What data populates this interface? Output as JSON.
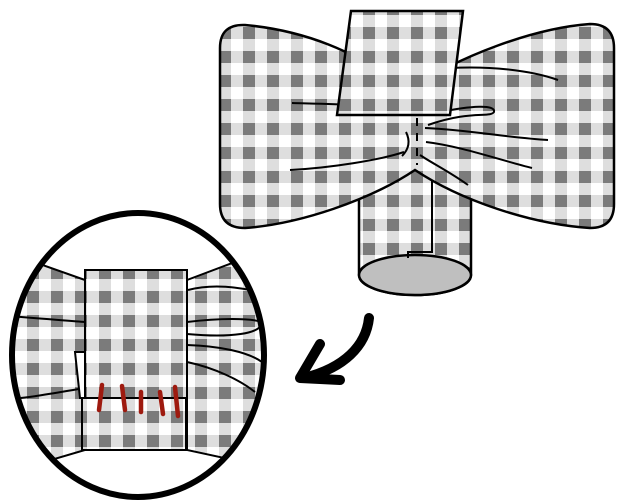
{
  "illustration": {
    "kind": "sewing-instruction",
    "steps": [
      {
        "id": "fabric-bow",
        "icon": "gingham-bow-with-band"
      },
      {
        "id": "stitch-detail",
        "icon": "magnified-stitched-band"
      }
    ],
    "arrow_icon": "curved-arrow-icon"
  },
  "colors": {
    "outline": "#000000",
    "gingham_light": "#dedede",
    "gingham_dark": "#7b7b7b",
    "white": "#ffffff",
    "tube_end": "#bfbfbf",
    "stitch": "#9e1a0f"
  },
  "stitch_count": 5
}
